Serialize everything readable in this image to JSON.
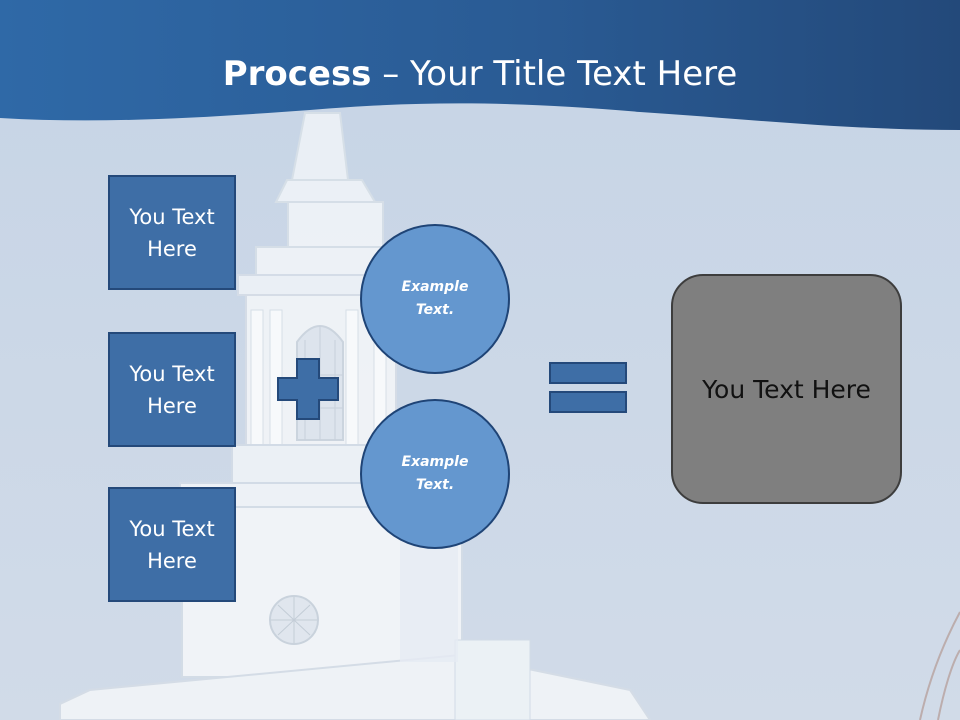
{
  "slide": {
    "title_bold": "Process",
    "title_rest": " – Your Title Text Here"
  },
  "left_boxes": [
    {
      "label": "You Text Here"
    },
    {
      "label": "You Text Here"
    },
    {
      "label": "You Text Here"
    }
  ],
  "circles": [
    {
      "label": "Example Text."
    },
    {
      "label": "Example Text."
    }
  ],
  "operators": {
    "plus": "plus-icon",
    "equals": "equals-icon"
  },
  "result_box": {
    "label": "You Text Here"
  },
  "colors": {
    "header_blue": "#23497a",
    "box_blue": "#3e6ea6",
    "circle_blue": "#6497cf",
    "result_gray": "#7f7f7f"
  }
}
